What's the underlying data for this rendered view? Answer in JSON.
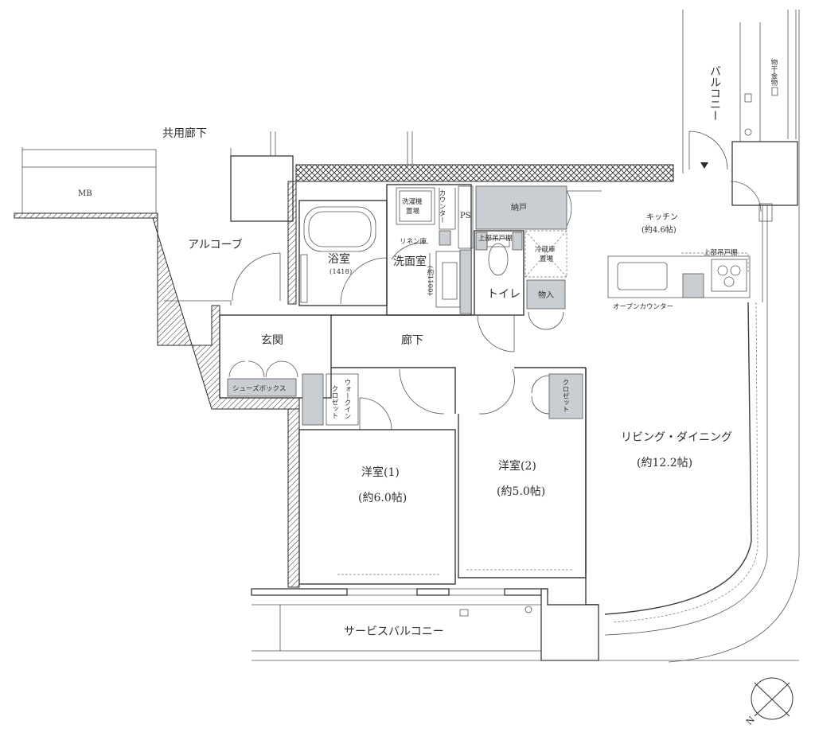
{
  "labels": {
    "common_corridor": "共用廊下",
    "mb": "MB",
    "alcove": "アルコーブ",
    "entrance": "玄関",
    "shoe_box": "シューズボックス",
    "bathroom": "浴室",
    "bathroom_size": "(1418)",
    "washroom": "洗面室",
    "washer_place_1": "洗濯機",
    "washer_place_2": "置場",
    "counter": "カウンター",
    "ps": "PS",
    "linen": "リネン庫",
    "width_note": "(約1100)",
    "storage_closet": "納戸",
    "upper_cabinet_1": "上部吊戸棚",
    "fridge_1": "冷蔵庫",
    "fridge_2": "置場",
    "toilet": "トイレ",
    "storage": "物入",
    "hallway": "廊下",
    "kitchen": "キッチン",
    "kitchen_size": "(約4.6帖)",
    "upper_cabinet_2": "上部吊戸棚",
    "open_counter": "オープンカウンター",
    "balcony": "バルコニー",
    "laundry_hardware": "物干金物",
    "walk_in_1": "ウォークイン",
    "walk_in_2": "クロゼット",
    "closet": "クロゼット",
    "room1": "洋室(1)",
    "room1_size": "(約6.0帖)",
    "room2": "洋室(2)",
    "room2_size": "(約5.0帖)",
    "living_dining": "リビング・ダイニング",
    "living_dining_size": "(約12.2帖)",
    "service_balcony": "サービスバルコニー",
    "north": "N"
  },
  "colors": {
    "wall": "#2a2a2a",
    "fixture_fill": "#c9ced3",
    "line": "#555555"
  }
}
